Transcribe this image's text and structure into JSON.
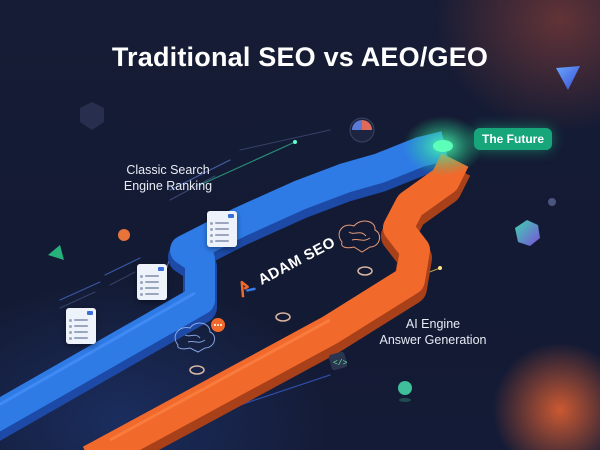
{
  "header": {
    "title": "Traditional SEO vs AEO/GEO"
  },
  "labels": {
    "classic_line1": "Classic Search",
    "classic_line2": "Engine Ranking",
    "ai_line1": "AI Engine",
    "ai_line2": "Answer Generation",
    "future": "The Future"
  },
  "brand": {
    "name": "ADAM SEO",
    "icon": "adam-seo-logo-icon"
  },
  "paths": {
    "traditional": {
      "name": "Classic Search Engine Ranking",
      "color": "#2f7be6"
    },
    "ai": {
      "name": "AI Engine Answer Generation",
      "color": "#f2692c"
    },
    "convergence": {
      "name": "The Future",
      "color": "#27e39a"
    }
  },
  "icons": [
    "search-result-card-icon",
    "brain-icon",
    "chat-bubble-icon",
    "code-icon",
    "pie-chart-icon",
    "triangle-shape-icon",
    "hexagon-shape-icon",
    "sphere-icon"
  ],
  "colors": {
    "background": "#141a33",
    "blue": "#2f7be6",
    "orange": "#f2692c",
    "green": "#17a67a"
  }
}
